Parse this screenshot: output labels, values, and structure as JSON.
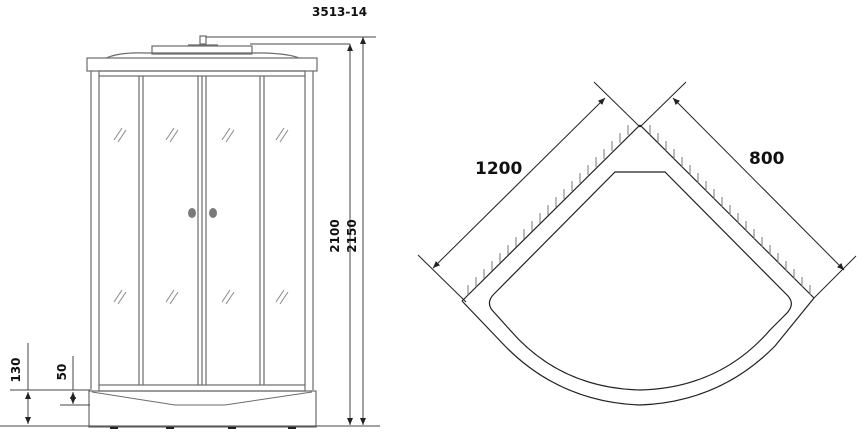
{
  "model": "3513-14",
  "front_view": {
    "dimensions": {
      "height_total": "2150",
      "height_enclosure": "2100",
      "tray_height": "130",
      "tray_step": "50"
    }
  },
  "plan_view": {
    "dimensions": {
      "length": "1200",
      "width": "800"
    }
  },
  "colors": {
    "line": "#6b6b6b",
    "dark_line": "#222222",
    "handle": "#7a7a7a",
    "text": "#111111"
  }
}
